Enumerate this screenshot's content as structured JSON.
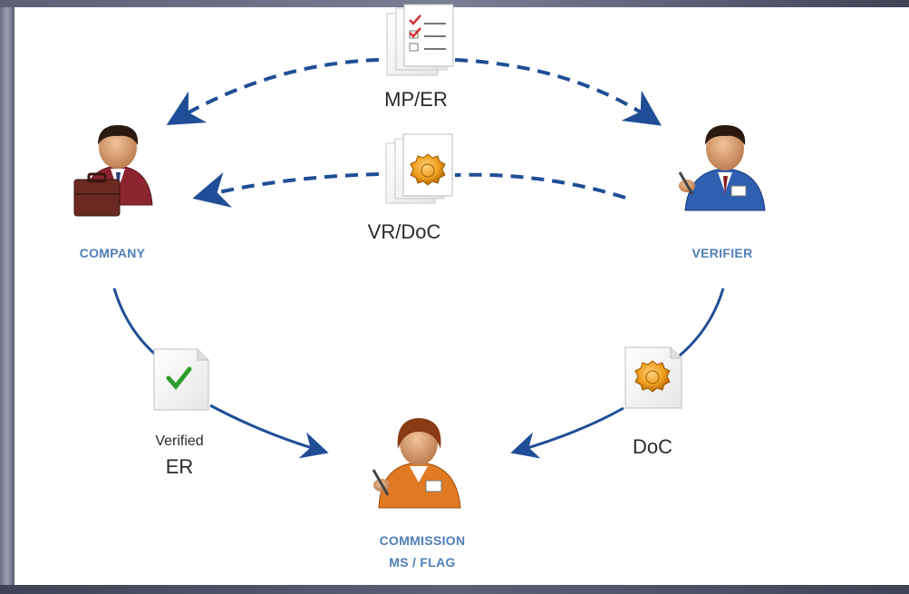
{
  "nodes": {
    "company": {
      "label": "COMPANY"
    },
    "verifier": {
      "label": "VERIFIER"
    },
    "commission": {
      "label_line1": "COMMISSION",
      "label_line2": "MS / FLAG"
    }
  },
  "documents": {
    "mp_er": {
      "label": "MP/ER"
    },
    "vr_doc": {
      "label": "VR/DoC"
    },
    "verified_er": {
      "label_line1": "Verified",
      "label_line2": "ER"
    },
    "doc": {
      "label": "DoC"
    }
  },
  "colors": {
    "arrow": "#1f4e96",
    "role_label": "#4f7fb8",
    "check": "#2e9d2e",
    "seal": "#f0a020"
  },
  "icons": {
    "company": "businessman-with-briefcase-icon",
    "verifier": "inspector-with-badge-icon",
    "commission": "official-with-badge-icon",
    "mp_er": "checklist-document-icon",
    "vr_doc": "sealed-document-icon",
    "verified_er": "checkmark-document-icon",
    "doc": "sealed-document-icon"
  }
}
